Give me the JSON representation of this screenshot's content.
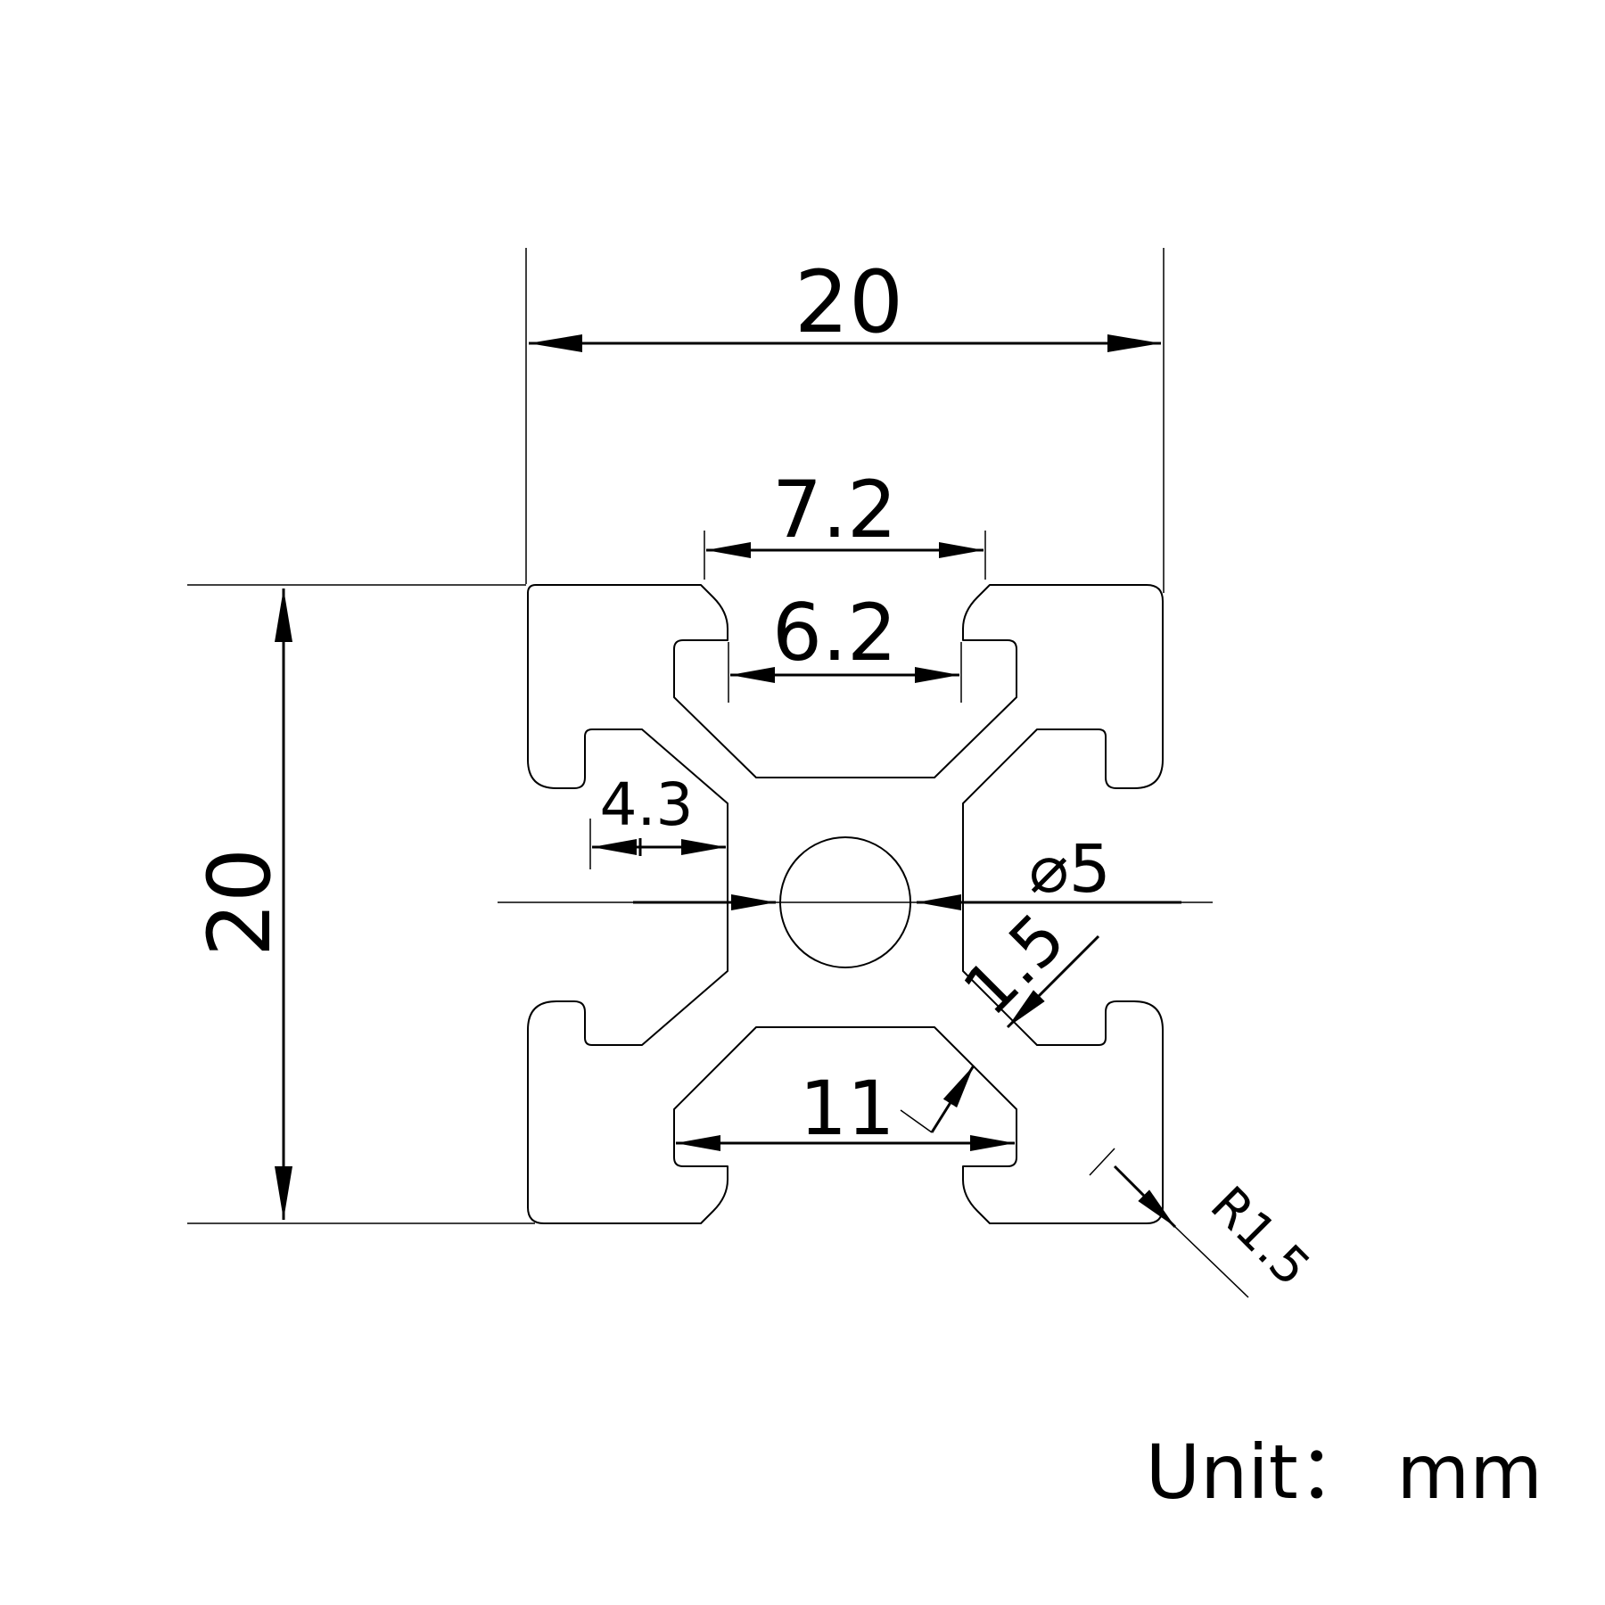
{
  "colors": {
    "line": "#000000",
    "background": "#ffffff"
  },
  "dimensions": {
    "width": "20",
    "height": "20",
    "slot_outer": "7.2",
    "slot_inner": "6.2",
    "wall": "4.3",
    "bore": "⌀5",
    "web": "1.5",
    "cavity": "11",
    "corner_radius": "R1.5"
  },
  "unit_label": "Unit： mm"
}
